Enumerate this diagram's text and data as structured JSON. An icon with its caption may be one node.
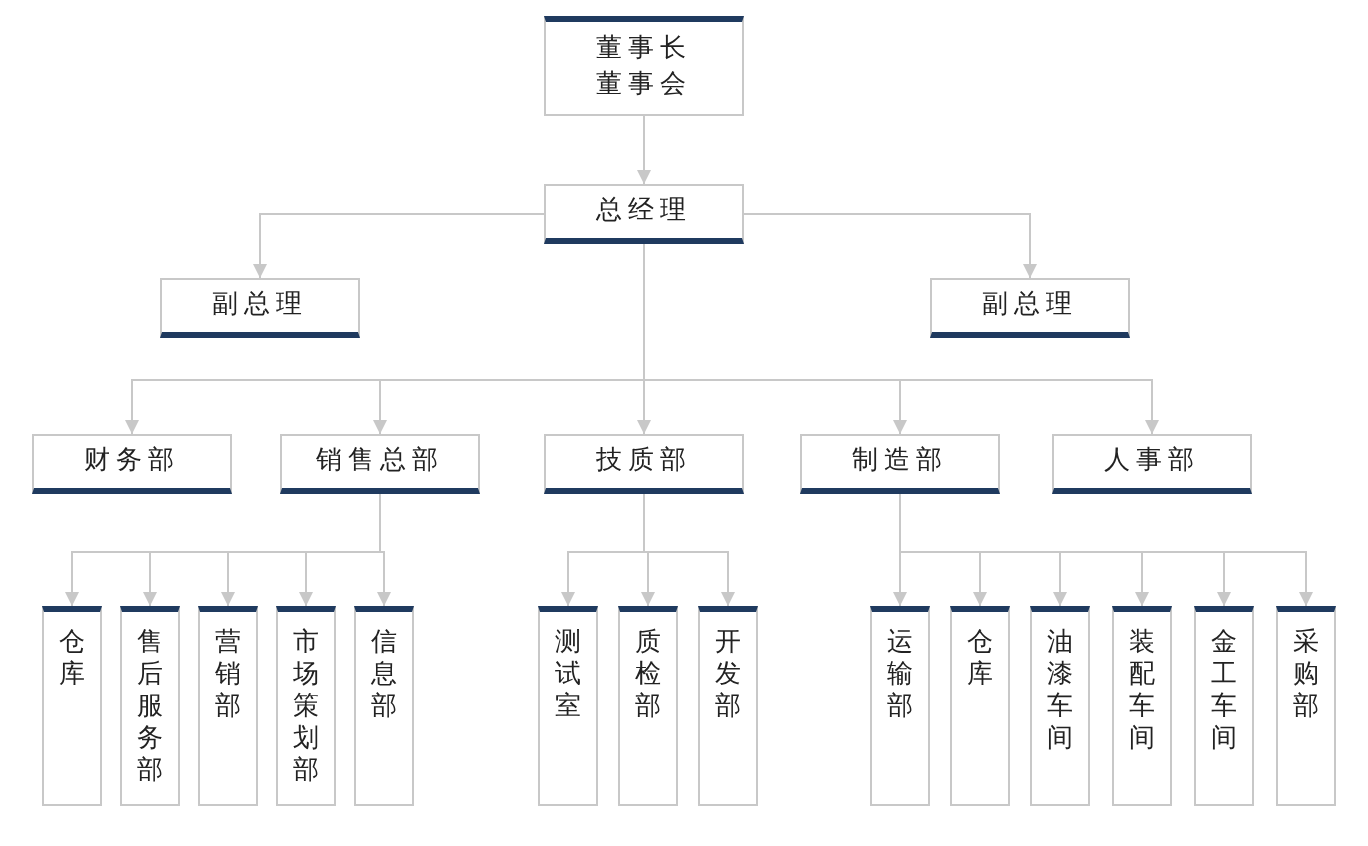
{
  "diagram": {
    "nodes": [
      {
        "text": [
          "董事长",
          "董事会"
        ]
      },
      {
        "text": [
          "总经理"
        ]
      },
      {
        "text": [
          "副总理"
        ]
      },
      {
        "text": [
          "副总理"
        ]
      },
      {
        "text": [
          "财务部"
        ]
      },
      {
        "text": [
          "销售总部"
        ]
      },
      {
        "text": [
          "技质部"
        ]
      },
      {
        "text": [
          "制造部"
        ]
      },
      {
        "text": [
          "人事部"
        ]
      },
      {
        "text": [
          "仓库"
        ]
      },
      {
        "text": [
          "售后服务部"
        ]
      },
      {
        "text": [
          "营销部"
        ]
      },
      {
        "text": [
          "市场策划部"
        ]
      },
      {
        "text": [
          "信息部"
        ]
      },
      {
        "text": [
          "测试室"
        ]
      },
      {
        "text": [
          "质检部"
        ]
      },
      {
        "text": [
          "开发部"
        ]
      },
      {
        "text": [
          "运输部"
        ]
      },
      {
        "text": [
          "仓库"
        ]
      },
      {
        "text": [
          "油漆车间"
        ]
      },
      {
        "text": [
          "装配车间"
        ]
      },
      {
        "text": [
          "金工车间"
        ]
      },
      {
        "text": [
          "采购部"
        ]
      }
    ],
    "edges": [
      {
        "from": 0,
        "to": 1,
        "arrow": "to"
      },
      {
        "from": 1,
        "to": 2,
        "arrow": "to"
      },
      {
        "from": 1,
        "to": 3,
        "arrow": "to"
      },
      {
        "from": 1,
        "to": 4,
        "arrow": "to"
      },
      {
        "from": 1,
        "to": 5,
        "arrow": "to"
      },
      {
        "from": 1,
        "to": 6,
        "arrow": "to"
      },
      {
        "from": 1,
        "to": 7,
        "arrow": "to"
      },
      {
        "from": 1,
        "to": 8,
        "arrow": "to"
      },
      {
        "from": 5,
        "to": 9,
        "arrow": "to"
      },
      {
        "from": 5,
        "to": 10,
        "arrow": "to"
      },
      {
        "from": 5,
        "to": 11,
        "arrow": "to"
      },
      {
        "from": 5,
        "to": 12,
        "arrow": "to"
      },
      {
        "from": 5,
        "to": 13,
        "arrow": "to"
      },
      {
        "from": 6,
        "to": 14,
        "arrow": "to"
      },
      {
        "from": 6,
        "to": 15,
        "arrow": "to"
      },
      {
        "from": 6,
        "to": 16,
        "arrow": "to"
      },
      {
        "from": 7,
        "to": 17,
        "arrow": "to"
      },
      {
        "from": 7,
        "to": 18,
        "arrow": "to"
      },
      {
        "from": 7,
        "to": 19,
        "arrow": "to"
      },
      {
        "from": 7,
        "to": 20,
        "arrow": "to"
      },
      {
        "from": 7,
        "to": 21,
        "arrow": "to"
      },
      {
        "from": 7,
        "to": 22,
        "arrow": "to"
      }
    ]
  }
}
